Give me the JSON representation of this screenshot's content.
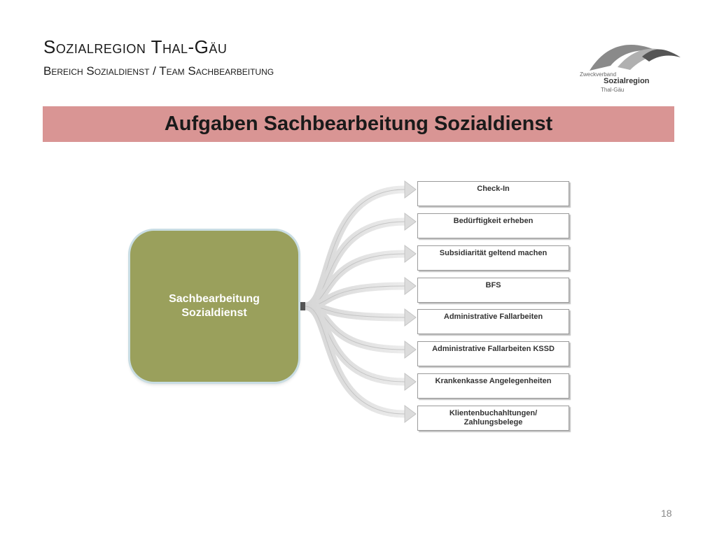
{
  "header": {
    "title": "Sozialregion Thal-Gäu",
    "subtitle": "Bereich Sozialdienst / Team Sachbearbeitung"
  },
  "logo": {
    "line1": "Zweckverband",
    "line2": "Sozialregion",
    "line3": "Thal-Gäu"
  },
  "banner": {
    "title": "Aufgaben Sachbearbeitung Sozialdienst",
    "color": "#d99594"
  },
  "diagram": {
    "center": {
      "line1": "Sachbearbeitung",
      "line2": "Sozialdienst",
      "color": "#9aa05c"
    },
    "tasks": [
      {
        "line1": "Check-In",
        "line2": ""
      },
      {
        "line1": "Bedürftigkeit erheben",
        "line2": ""
      },
      {
        "line1": "Subsidiarität geltend machen",
        "line2": ""
      },
      {
        "line1": "BFS",
        "line2": ""
      },
      {
        "line1": "Administrative Fallarbeiten",
        "line2": ""
      },
      {
        "line1": "Administrative Fallarbeiten KSSD",
        "line2": ""
      },
      {
        "line1": "Krankenkasse Angelegenheiten",
        "line2": ""
      },
      {
        "line1": "Klientenbuchahltungen/",
        "line2": "Zahlungsbelege"
      }
    ]
  },
  "footer": {
    "page_number": "18"
  }
}
